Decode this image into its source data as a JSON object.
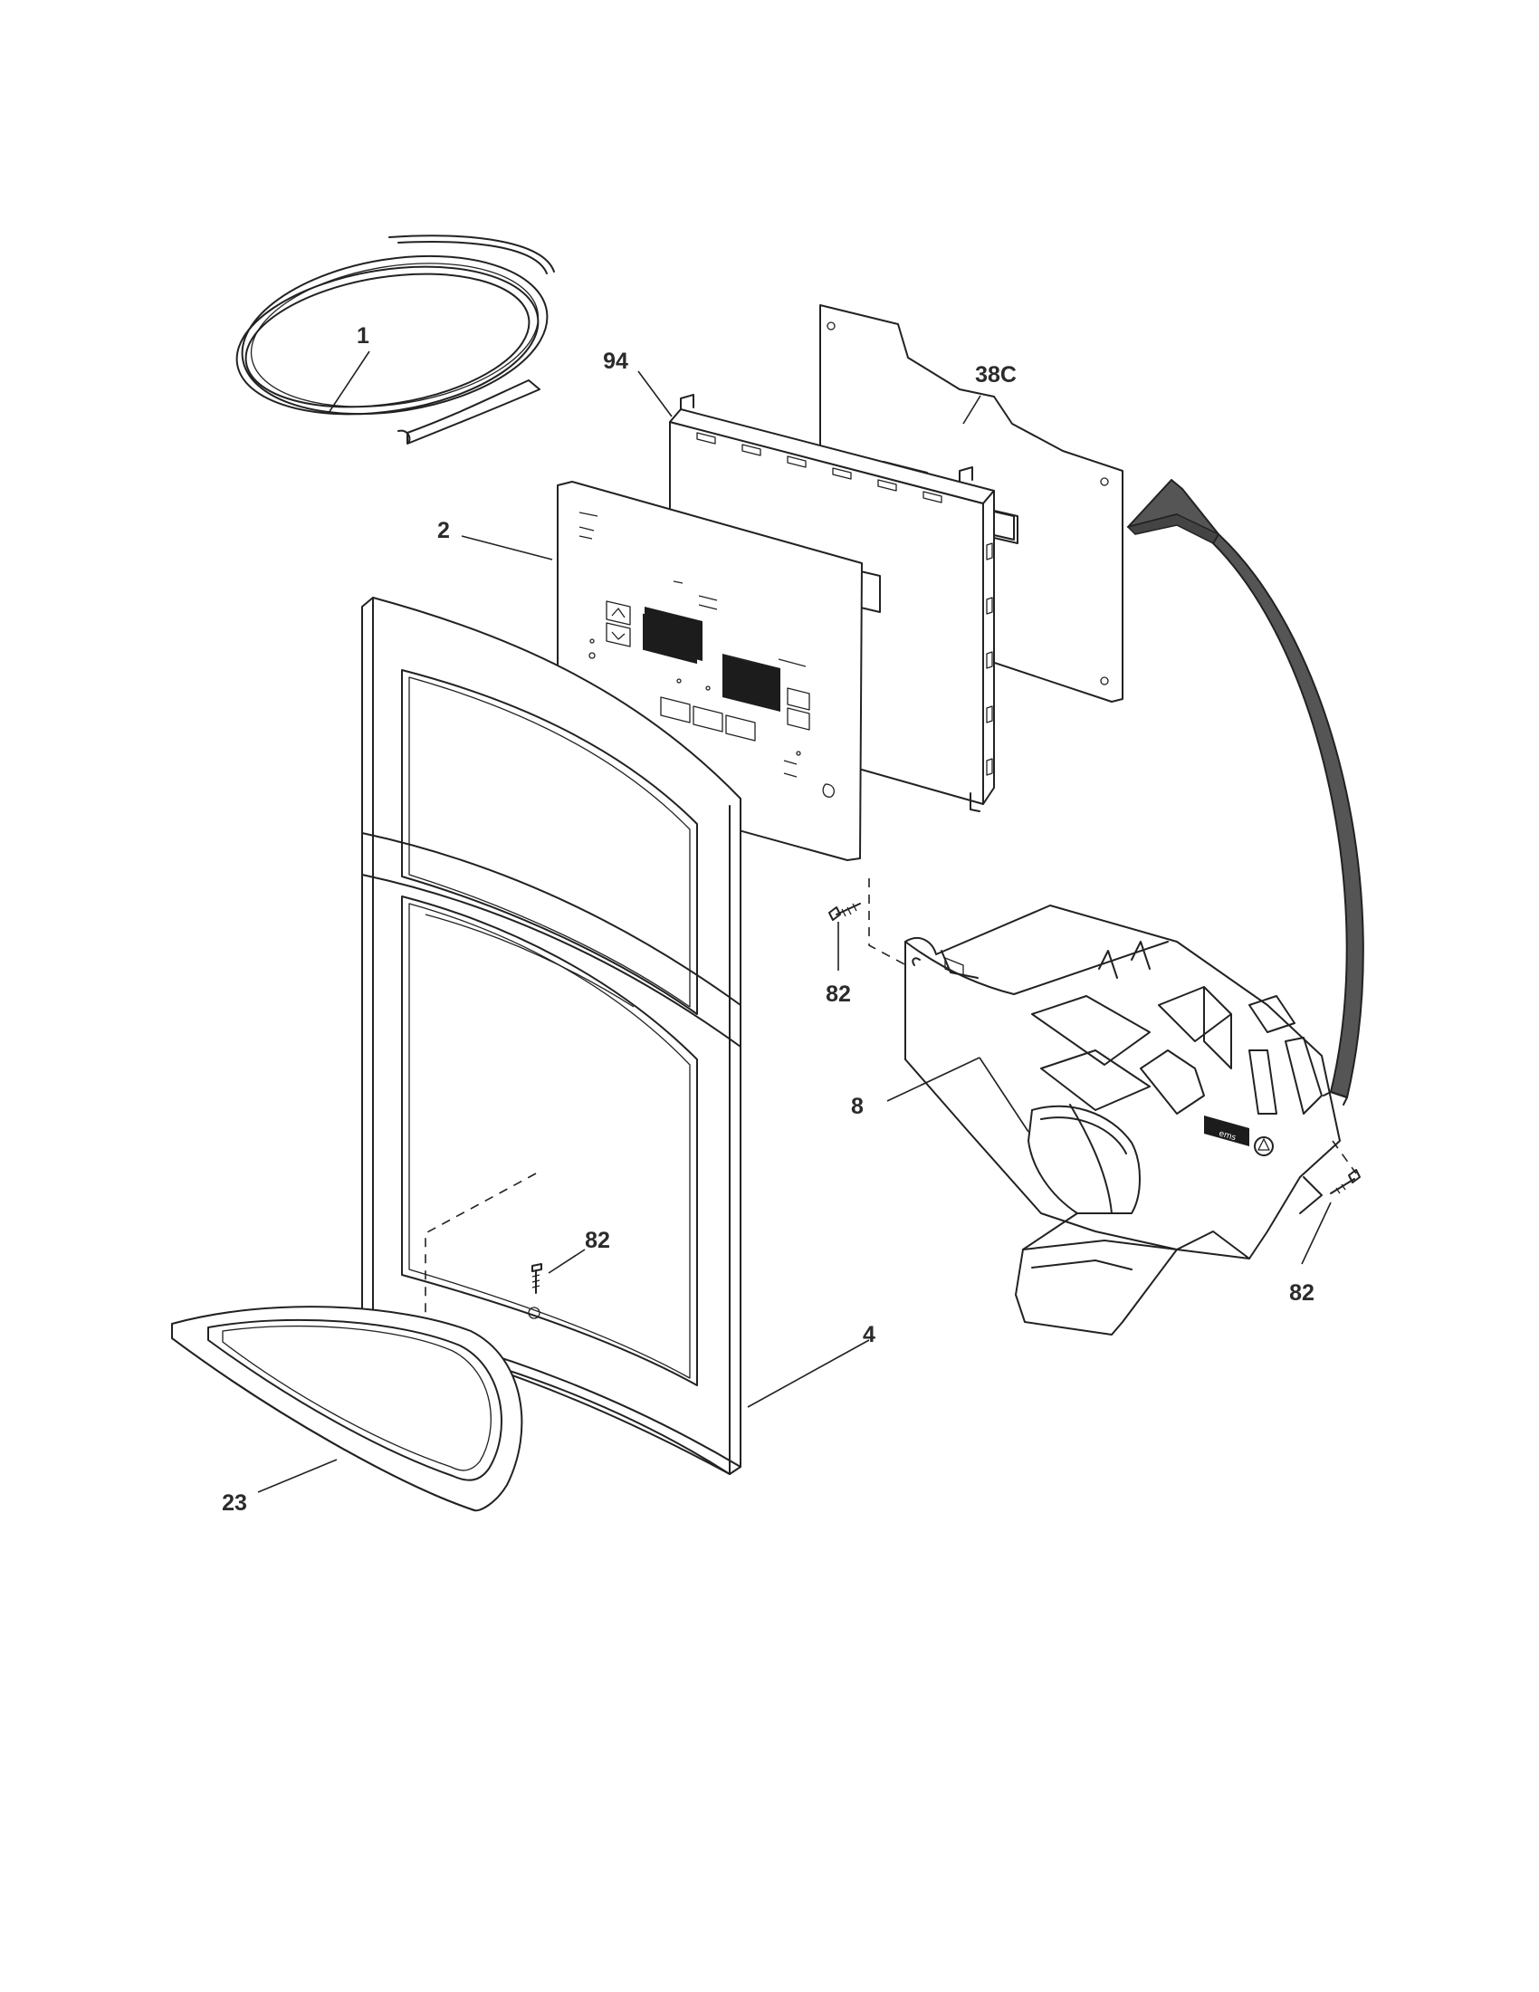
{
  "diagram": {
    "callouts": {
      "p1": "1",
      "p94": "94",
      "p38c": "38C",
      "p2": "2",
      "p82_top": "82",
      "p8": "8",
      "p82_right": "82",
      "p82_bottom": "82",
      "p4": "4",
      "p23": "23"
    },
    "colors": {
      "line": "#222222",
      "background": "#ffffff",
      "fill_dark": "#1c1c1c",
      "arrow": "#555555"
    }
  }
}
